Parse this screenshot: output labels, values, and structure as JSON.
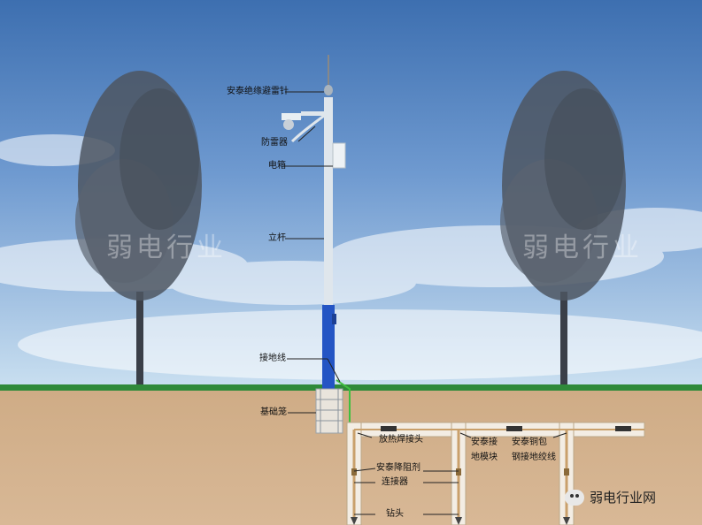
{
  "labels": {
    "lightning_rod": "安泰绝缘避雷针",
    "camera": "防雷器",
    "electric_box": "电箱",
    "pole": "立杆",
    "ground_wire": "接地线",
    "foundation_cage": "基础笼",
    "exothermic_weld": "放热焊接头",
    "grounding_module": "安泰接\n地模块",
    "copper_strand": "安泰铜包\n钢接地绞线",
    "resistance_agent": "安泰降阻剂",
    "connector": "连接器",
    "drill_head": "钻头"
  },
  "watermarks": [
    "弱电行业",
    "弱电行业"
  ],
  "logo": {
    "text": "弱电行业网"
  }
}
